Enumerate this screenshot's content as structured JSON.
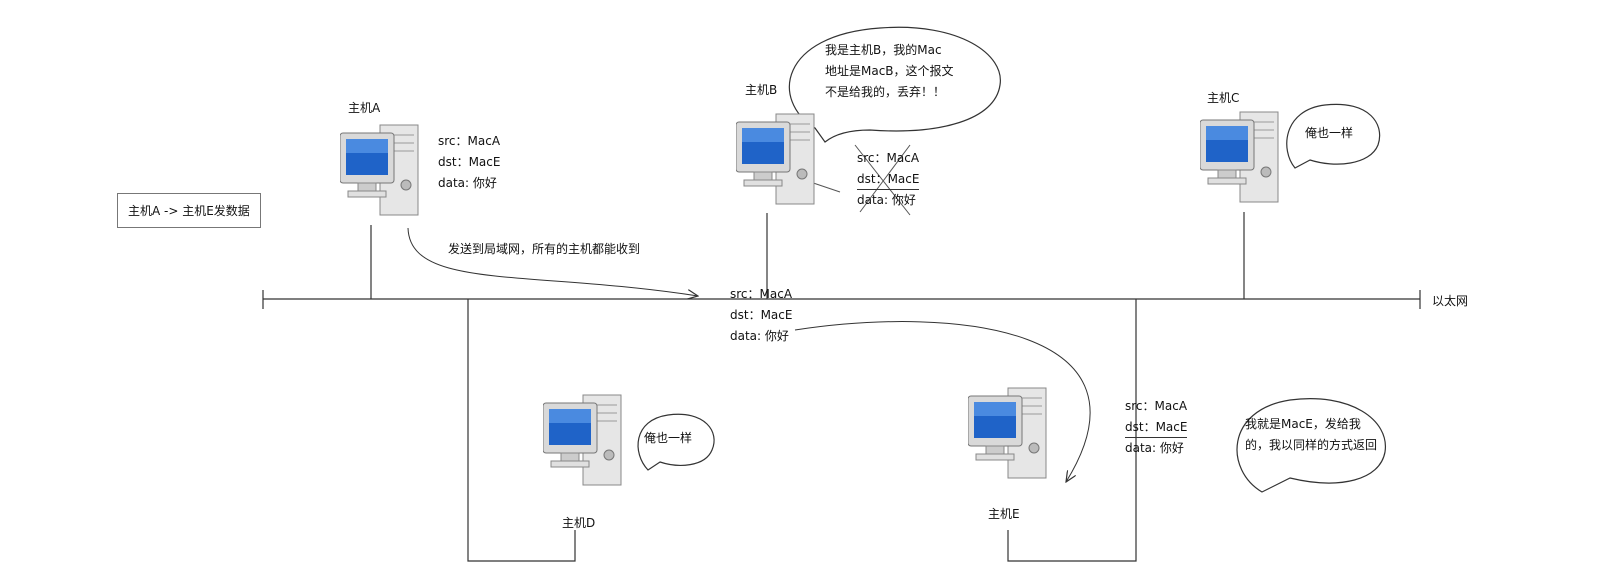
{
  "hosts": {
    "a": "主机A",
    "b": "主机B",
    "c": "主机C",
    "d": "主机D",
    "e": "主机E"
  },
  "legend": "主机A -> 主机E发数据",
  "ethernet_label": "以太网",
  "broadcast_note": "发送到局域网，所有的主机都能收到",
  "packet": {
    "src": "src：MacA",
    "dst": "dst：MacE",
    "data": "data: 你好"
  },
  "bubbles": {
    "b": [
      "我是主机B，我的Mac",
      "地址是MacB，这个报文",
      "不是给我的，丢弃！！"
    ],
    "c": "俺也一样",
    "d": "俺也一样",
    "e": [
      "我就是MacE，发给我",
      "的，我以同样的方式返回"
    ]
  }
}
